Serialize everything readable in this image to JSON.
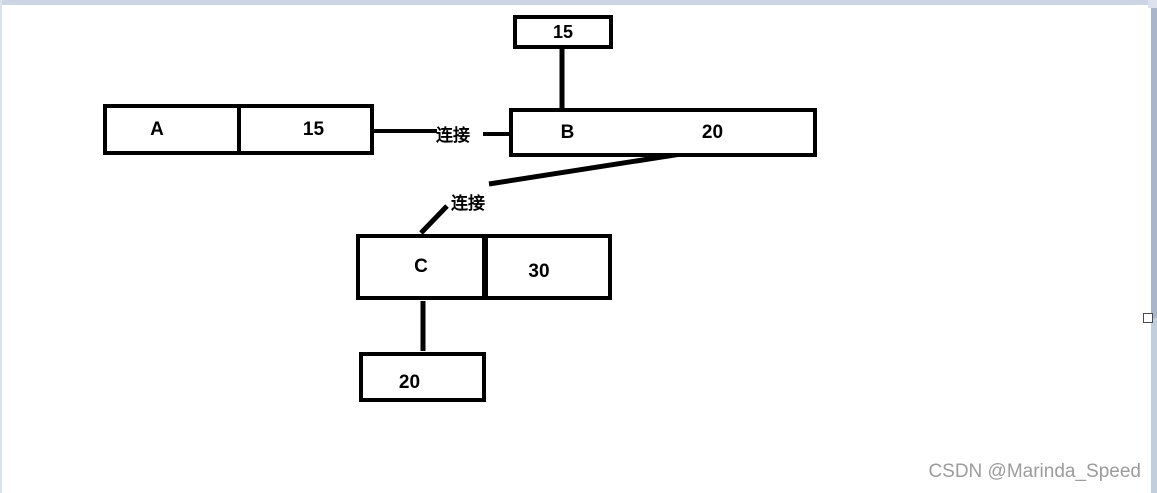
{
  "window": {
    "top_strip_color": "#cdd4e3",
    "left_edge_color": "#dbe1ef",
    "scrollbar": {
      "thumb_color": "#a9b6c9",
      "track_color": "#c3cedd"
    }
  },
  "diagram": {
    "nodes": [
      {
        "id": "value-box-top",
        "label": "15"
      },
      {
        "id": "node-a",
        "name": "A",
        "value": "15"
      },
      {
        "id": "node-b",
        "name": "B",
        "value": "20"
      },
      {
        "id": "node-c",
        "name": "C",
        "value": "30"
      },
      {
        "id": "value-box-bottom",
        "label": "20"
      }
    ],
    "edges": [
      {
        "id": "a-to-b",
        "label": "连接"
      },
      {
        "id": "b-to-c",
        "label": "连接"
      }
    ],
    "line_color": "#000000"
  },
  "watermark": {
    "text": "CSDN @Marinda_Speed",
    "color": "#9c9c9c"
  }
}
